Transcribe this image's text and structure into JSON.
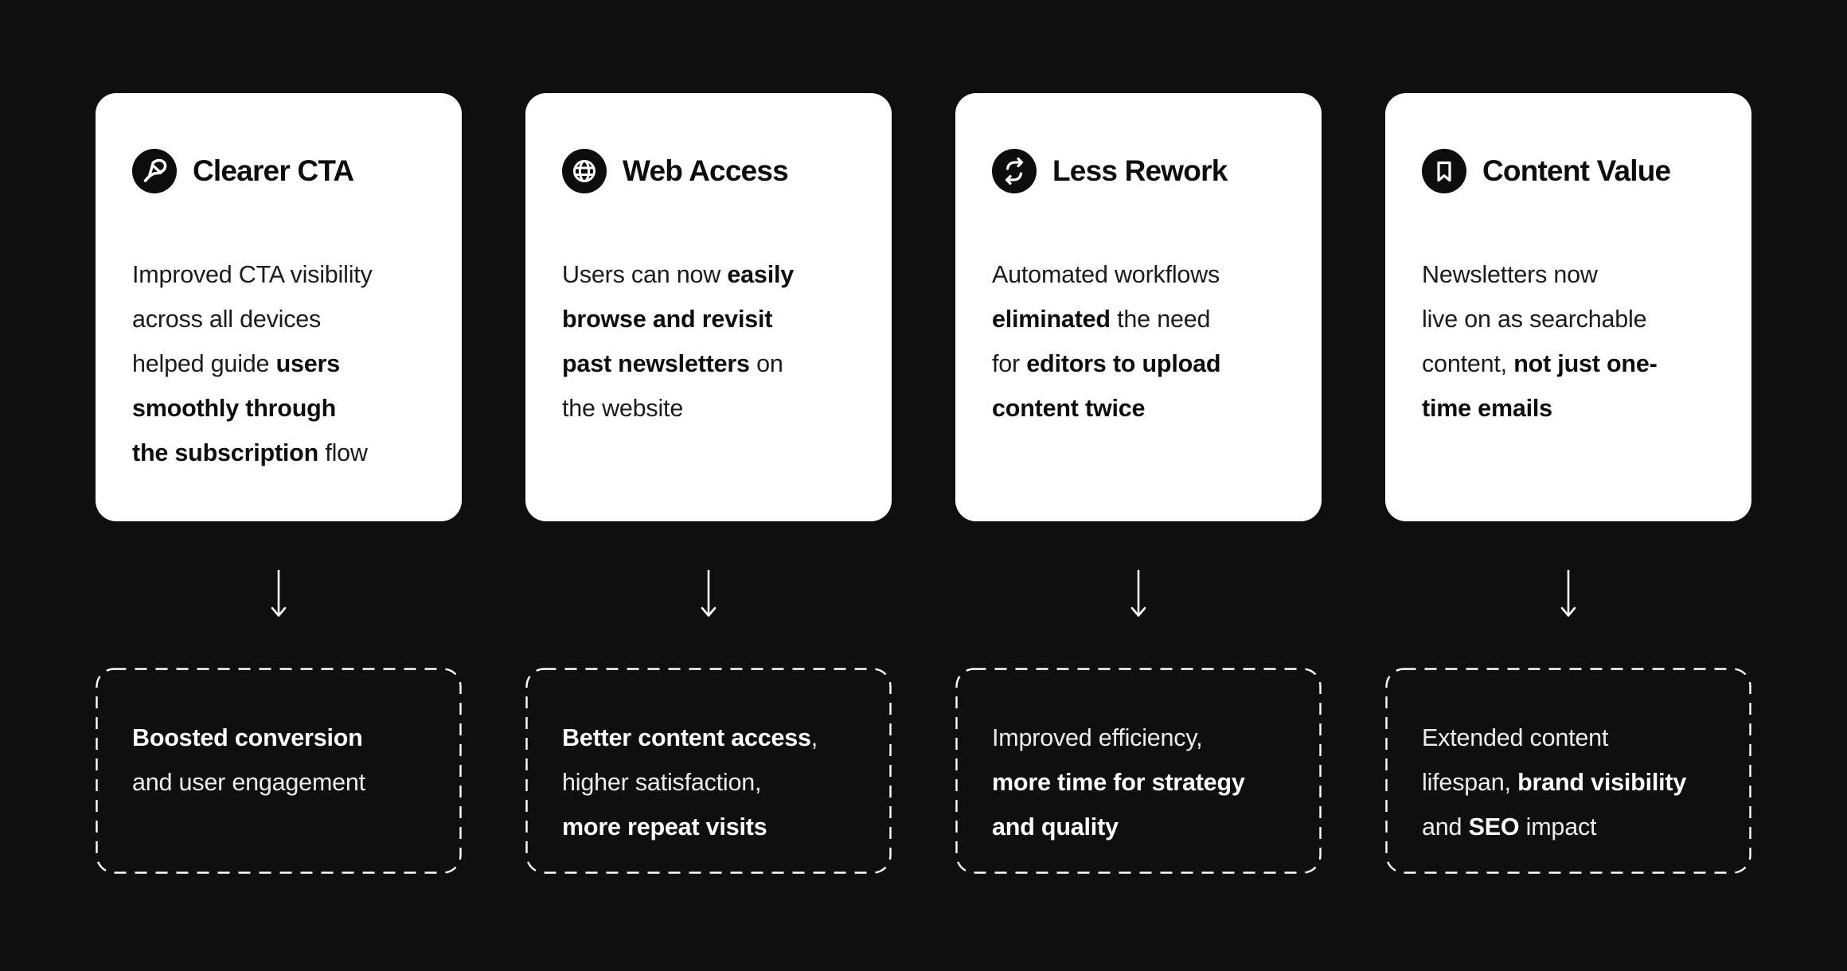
{
  "colors": {
    "background": "#0f0f10",
    "card_background": "#ffffff",
    "card_title_text": "#0d0d0d",
    "card_body_text": "#1b1b1d",
    "icon_circle_background": "#0d0d0d",
    "icon_glyph": "#ffffff",
    "arrow": "#ffffff",
    "outcome_border": "#ffffff",
    "outcome_text": "#ededee"
  },
  "columns": [
    {
      "id": "clearer-cta",
      "icon": "send-cursor-icon",
      "title": "Clearer CTA",
      "body_lines": [
        [
          {
            "t": "Improved CTA visibility"
          }
        ],
        [
          {
            "t": "across all devices"
          }
        ],
        [
          {
            "t": "helped guide "
          },
          {
            "t": "users",
            "b": true
          }
        ],
        [
          {
            "t": "smoothly through",
            "b": true
          }
        ],
        [
          {
            "t": "the subscription",
            "b": true
          },
          {
            "t": " flow"
          }
        ]
      ],
      "outcome_lines": [
        [
          {
            "t": "Boosted conversion",
            "b": true
          }
        ],
        [
          {
            "t": "and user engagement"
          }
        ]
      ]
    },
    {
      "id": "web-access",
      "icon": "globe-icon",
      "title": "Web Access",
      "body_lines": [
        [
          {
            "t": "Users can now "
          },
          {
            "t": "easily",
            "b": true
          }
        ],
        [
          {
            "t": "browse and revisit",
            "b": true
          }
        ],
        [
          {
            "t": "past newsletters",
            "b": true
          },
          {
            "t": " on"
          }
        ],
        [
          {
            "t": "the website"
          }
        ]
      ],
      "outcome_lines": [
        [
          {
            "t": "Better content access",
            "b": true
          },
          {
            "t": ","
          }
        ],
        [
          {
            "t": "higher satisfaction,"
          }
        ],
        [
          {
            "t": "more repeat visits",
            "b": true
          }
        ]
      ]
    },
    {
      "id": "less-rework",
      "icon": "repeat-icon",
      "title": "Less Rework",
      "body_lines": [
        [
          {
            "t": "Automated workflows"
          }
        ],
        [
          {
            "t": "eliminated",
            "b": true
          },
          {
            "t": " the need"
          }
        ],
        [
          {
            "t": "for "
          },
          {
            "t": "editors to upload",
            "b": true
          }
        ],
        [
          {
            "t": "content twice",
            "b": true
          }
        ]
      ],
      "outcome_lines": [
        [
          {
            "t": "Improved efficiency,"
          }
        ],
        [
          {
            "t": "more time for strategy",
            "b": true
          }
        ],
        [
          {
            "t": "and quality",
            "b": true
          }
        ]
      ]
    },
    {
      "id": "content-value",
      "icon": "bookmark-icon",
      "title": "Content Value",
      "body_lines": [
        [
          {
            "t": "Newsletters now"
          }
        ],
        [
          {
            "t": "live on as searchable"
          }
        ],
        [
          {
            "t": "content, "
          },
          {
            "t": "not just one-",
            "b": true
          }
        ],
        [
          {
            "t": "time emails",
            "b": true
          }
        ]
      ],
      "outcome_lines": [
        [
          {
            "t": "Extended content"
          }
        ],
        [
          {
            "t": "lifespan, "
          },
          {
            "t": "brand visibility",
            "b": true
          }
        ],
        [
          {
            "t": "and "
          },
          {
            "t": "SEO",
            "b": true
          },
          {
            "t": " impact"
          }
        ]
      ]
    }
  ]
}
